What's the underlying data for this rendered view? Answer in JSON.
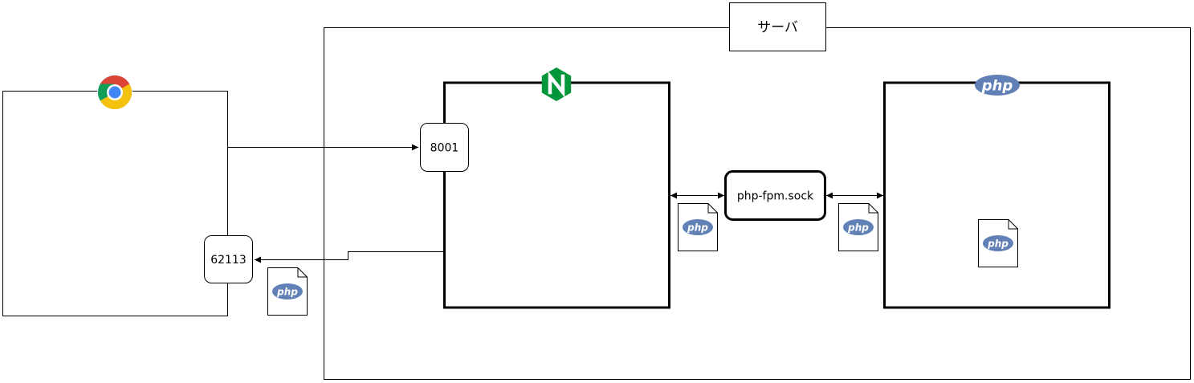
{
  "server": {
    "label": "サーバ"
  },
  "browser": {
    "icon": "chrome-icon",
    "port_label": "62113"
  },
  "nginx": {
    "icon": "nginx-icon",
    "logo_letter": "N",
    "port_label": "8001"
  },
  "socket": {
    "label": "php-fpm.sock"
  },
  "php_fpm": {
    "icon": "php-logo-icon",
    "logo_text": "php"
  },
  "php_file_icon": {
    "icon": "php-file-icon",
    "text": "php"
  },
  "colors": {
    "nginx_green": "#009639",
    "php_blue": "#6181b6",
    "chrome_red": "#db4437",
    "chrome_yellow": "#f4c20d",
    "chrome_green": "#0f9d58",
    "chrome_blue": "#4285f4"
  }
}
